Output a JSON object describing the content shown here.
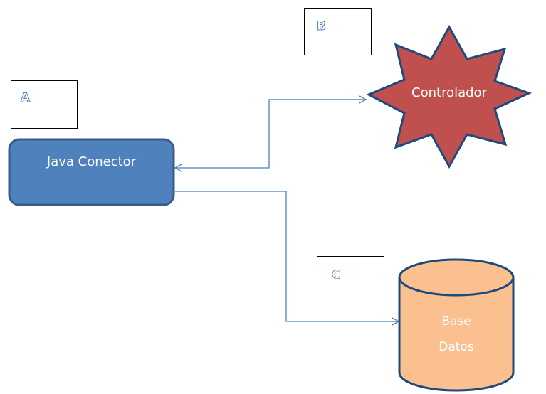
{
  "labels": {
    "a": "A",
    "b": "B",
    "c": "C"
  },
  "nodes": {
    "java": "Java Conector",
    "controller": "Controlador",
    "db_line1": "Base",
    "db_line2": "Datos"
  },
  "colors": {
    "java_fill": "#4f81bd",
    "java_border": "#385d8a",
    "controller_fill": "#c0504d",
    "controller_border": "#1f497d",
    "db_fill": "#fac090",
    "db_border": "#1f497d",
    "connector": "#4f81bd"
  }
}
